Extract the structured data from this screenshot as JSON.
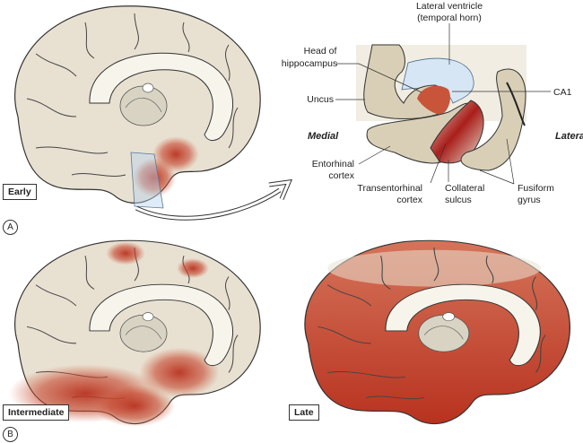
{
  "panels": {
    "A": {
      "letter": "A",
      "stage": "Early"
    },
    "B": {
      "letters": "B",
      "stage_intermediate": "Intermediate",
      "stage_late": "Late"
    }
  },
  "inset": {
    "lateral_ventricle_1": "Lateral ventricle",
    "lateral_ventricle_2": "(temporal horn)",
    "head_1": "Head of",
    "head_2": "hippocampus",
    "uncus": "Uncus",
    "ca1": "CA1",
    "medial": "Medial",
    "lateral": "Lateral",
    "entorhinal_1": "Entorhinal",
    "entorhinal_2": "cortex",
    "trans_1": "Transentorhinal",
    "trans_2": "cortex",
    "collateral_1": "Collateral",
    "collateral_2": "sulcus",
    "fusiform_1": "Fusiform",
    "fusiform_2": "gyrus"
  },
  "colors": {
    "tissue": "#e8e1d2",
    "pathology": "#b8321f",
    "ventricle": "#d6e6f5",
    "background_panel": "#f1ede3"
  }
}
